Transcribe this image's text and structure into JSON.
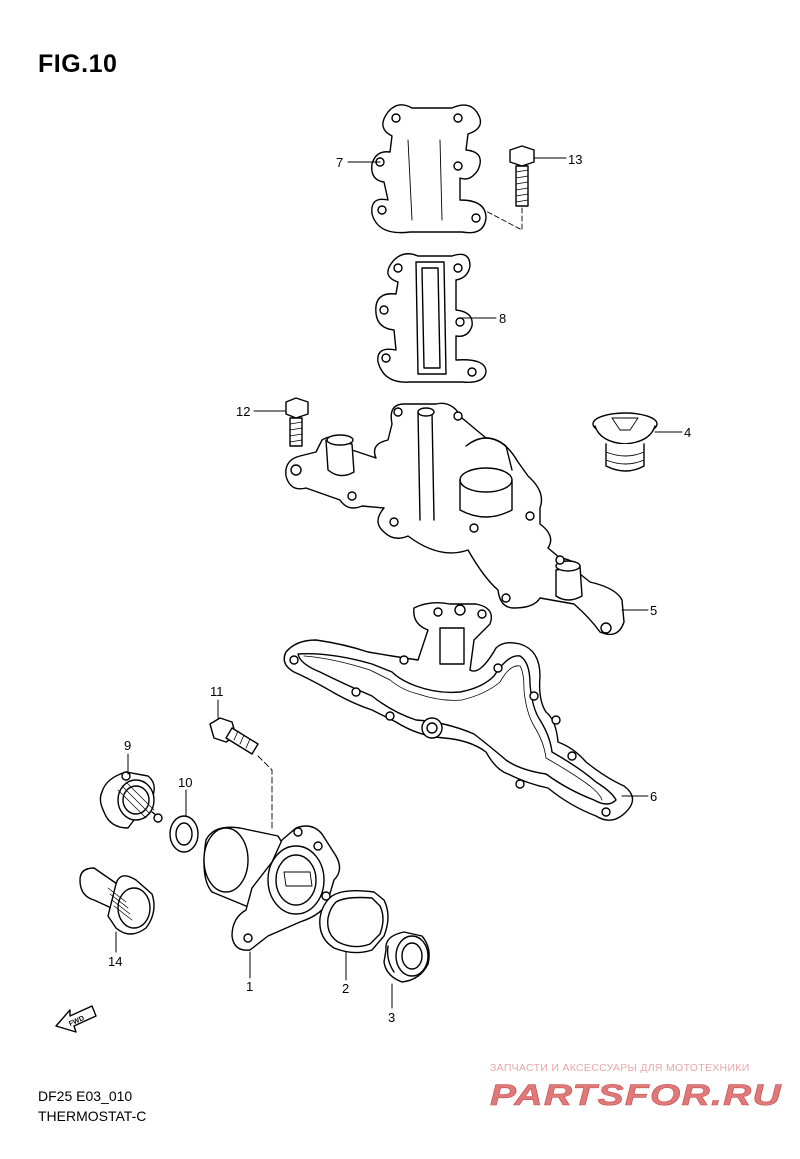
{
  "figure": {
    "title": "FIG.10"
  },
  "footer": {
    "model_code": "DF25 E03_010",
    "section": "THERMOSTAT-C"
  },
  "callouts": [
    {
      "id": 1,
      "label": "1"
    },
    {
      "id": 2,
      "label": "2"
    },
    {
      "id": 3,
      "label": "3"
    },
    {
      "id": 4,
      "label": "4"
    },
    {
      "id": 5,
      "label": "5"
    },
    {
      "id": 6,
      "label": "6"
    },
    {
      "id": 7,
      "label": "7"
    },
    {
      "id": 8,
      "label": "8"
    },
    {
      "id": 9,
      "label": "9"
    },
    {
      "id": 10,
      "label": "10"
    },
    {
      "id": 11,
      "label": "11"
    },
    {
      "id": 12,
      "label": "12"
    },
    {
      "id": 13,
      "label": "13"
    },
    {
      "id": 14,
      "label": "14"
    }
  ],
  "fwd_arrow": {
    "label": "FWD"
  },
  "watermark": {
    "tagline": "ЗАПЧАСТИ И АКСЕССУАРЫ ДЛЯ МОТОТЕХНИКИ",
    "logo_text": "PARTSFOR.RU",
    "color": "#e07a7a"
  }
}
